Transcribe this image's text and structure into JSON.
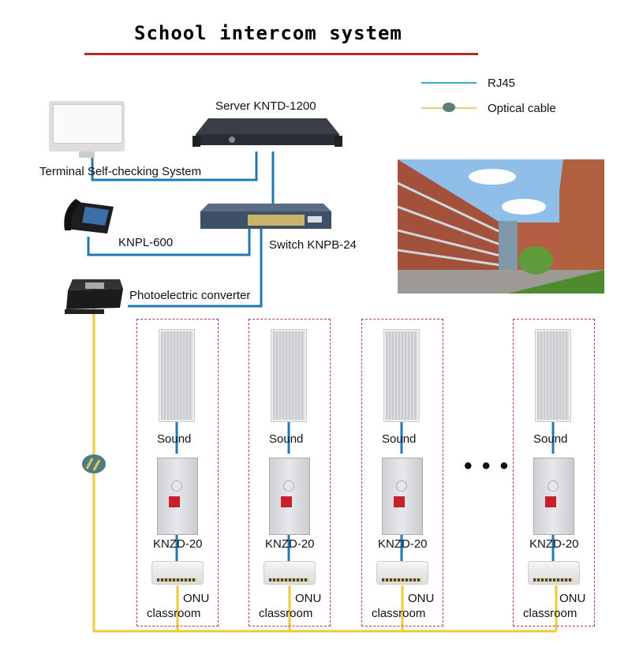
{
  "title": "School intercom system",
  "colors": {
    "title_rule": "#b22a2a",
    "rj45": "#1f78b4",
    "optical": "#f0c93a",
    "box_border": "#b04040"
  },
  "legend": [
    {
      "label": "RJ45",
      "kind": "rj45-line"
    },
    {
      "label": "Optical cable",
      "kind": "optical-cable-line"
    }
  ],
  "devices": {
    "server": "Server KNTD-1200",
    "terminal": "Terminal Self-checking System",
    "phone": "KNPL-600",
    "switch": "Switch KNPB-24",
    "converter": "Photoelectric converter"
  },
  "classrooms": [
    {
      "speaker": "Sound",
      "intercom": "KNZD-20",
      "onu": "ONU",
      "room": "classroom"
    },
    {
      "speaker": "Sound",
      "intercom": "KNZD-20",
      "onu": "ONU",
      "room": "classroom"
    },
    {
      "speaker": "Sound",
      "intercom": "KNZD-20",
      "onu": "ONU",
      "room": "classroom"
    },
    {
      "speaker": "Sound",
      "intercom": "KNZD-20",
      "onu": "ONU",
      "room": "classroom"
    }
  ],
  "ellipsis": "• • •",
  "photo_caption": "school-building-photo"
}
